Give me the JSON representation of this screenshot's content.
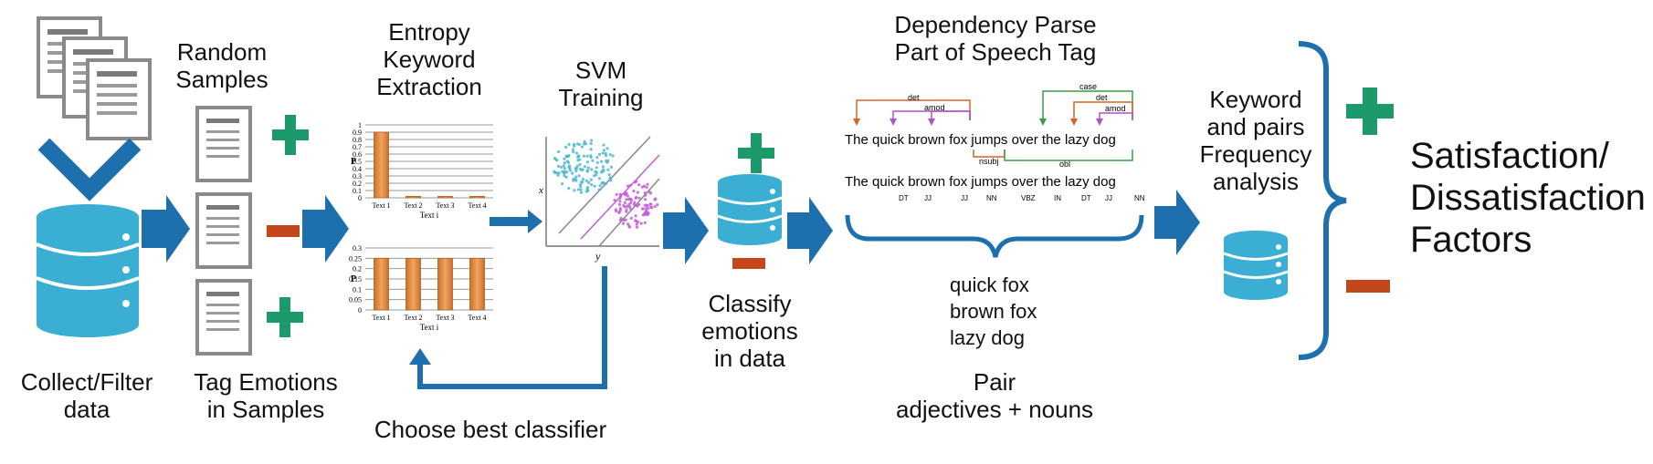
{
  "stages": {
    "collect": {
      "line1": "Collect/Filter",
      "line2": "data"
    },
    "random": {
      "line1": "Random",
      "line2": "Samples"
    },
    "tag": {
      "line1": "Tag Emotions",
      "line2": "in Samples"
    },
    "entropy": {
      "line1": "Entropy",
      "line2": "Keyword",
      "line3": "Extraction"
    },
    "svm": {
      "line1": "SVM",
      "line2": "Training"
    },
    "choose": {
      "line1": "Choose best classifier"
    },
    "classify": {
      "line1": "Classify",
      "line2": "emotions",
      "line3": "in data"
    },
    "parse": {
      "line1": "Dependency Parse",
      "line2": "Part of Speech Tag"
    },
    "pairs": {
      "item1": "quick fox",
      "item2": "brown fox",
      "item3": "lazy dog"
    },
    "pair_label": {
      "line1": "Pair",
      "line2": "adjectives + nouns"
    },
    "freq": {
      "line1": "Keyword",
      "line2": "and pairs",
      "line3": "Frequency",
      "line4": "analysis"
    },
    "result": {
      "line1": "Satisfaction/",
      "line2": "Dissatisfaction",
      "line3": "Factors"
    }
  },
  "sentence": "The quick brown fox jumps over the lazy dog",
  "pos_tags": [
    "DT",
    "JJ",
    "JJ",
    "NN",
    "VBZ",
    "IN",
    "DT",
    "JJ",
    "NN"
  ],
  "dependencies": {
    "upper": [
      "det",
      "amod",
      "case",
      "det",
      "amod"
    ],
    "lower": [
      "nsubj",
      "obl"
    ]
  },
  "charts": {
    "top": {
      "ylabel": "P",
      "xlabel": "Text i",
      "yticks": [
        "0",
        "0.1",
        "0.2",
        "0.3",
        "0.4",
        "0.5",
        "0.6",
        "0.7",
        "0.8",
        "0.9",
        "1"
      ],
      "categories": [
        "Text 1",
        "Text 2",
        "Text 3",
        "Text 4"
      ],
      "values": [
        0.9,
        0.02,
        0.02,
        0.02
      ],
      "ymax": 1
    },
    "bottom": {
      "ylabel": "P",
      "xlabel": "Text i",
      "yticks": [
        "0",
        "0.05",
        "0.1",
        "0.15",
        "0.2",
        "0.25",
        "0.3"
      ],
      "categories": [
        "Text 1",
        "Text 2",
        "Text 3",
        "Text 4"
      ],
      "values": [
        0.25,
        0.25,
        0.25,
        0.25
      ],
      "ymax": 0.3
    },
    "scatter": {
      "xaxis": "x",
      "yaxis": "y"
    }
  },
  "colors": {
    "db": "#3aafd3",
    "arrow": "#1e6fad",
    "plus": "#1d9a6c",
    "minus": "#c4471b",
    "bar": "#d8863a",
    "teal": "#4fb8d0",
    "purple": "#c45dd8"
  }
}
